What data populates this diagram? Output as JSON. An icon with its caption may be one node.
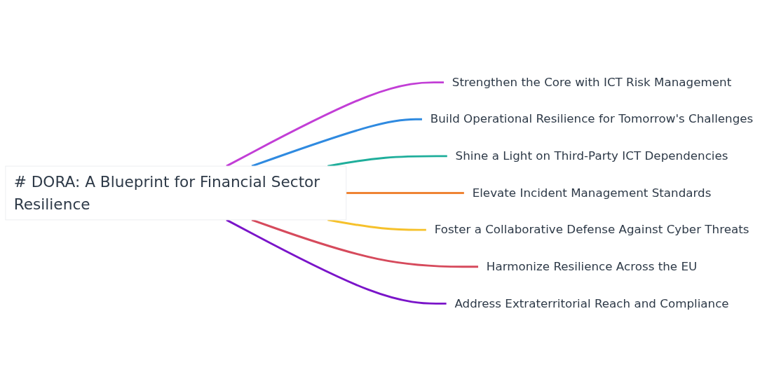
{
  "diagram": {
    "nodes": [
      {
        "text": [
          "# DORA: A Blueprint for Financial Sector Resilience"
        ]
      },
      {
        "text": [
          "Strengthen the Core with ICT Risk Management"
        ]
      },
      {
        "text": [
          "Build Operational Resilience for Tomorrow's Challenges"
        ]
      },
      {
        "text": [
          "Shine a Light on Third-Party ICT Dependencies"
        ]
      },
      {
        "text": [
          "Elevate Incident Management Standards"
        ]
      },
      {
        "text": [
          "Foster a Collaborative Defense Against Cyber Threats"
        ]
      },
      {
        "text": [
          "Harmonize Resilience Across the EU"
        ]
      },
      {
        "text": [
          "Address Extraterritorial Reach and Compliance"
        ]
      }
    ],
    "edges": [
      {
        "from": 0,
        "to": 1,
        "arrow": "none",
        "color": "#c23ed6"
      },
      {
        "from": 0,
        "to": 2,
        "arrow": "none",
        "color": "#2f8ae0"
      },
      {
        "from": 0,
        "to": 3,
        "arrow": "none",
        "color": "#1fae9b"
      },
      {
        "from": 0,
        "to": 4,
        "arrow": "none",
        "color": "#ef8434"
      },
      {
        "from": 0,
        "to": 5,
        "arrow": "none",
        "color": "#f6c12b"
      },
      {
        "from": 0,
        "to": 6,
        "arrow": "none",
        "color": "#d64a5c"
      },
      {
        "from": 0,
        "to": 7,
        "arrow": "none",
        "color": "#7a14c9"
      }
    ]
  }
}
